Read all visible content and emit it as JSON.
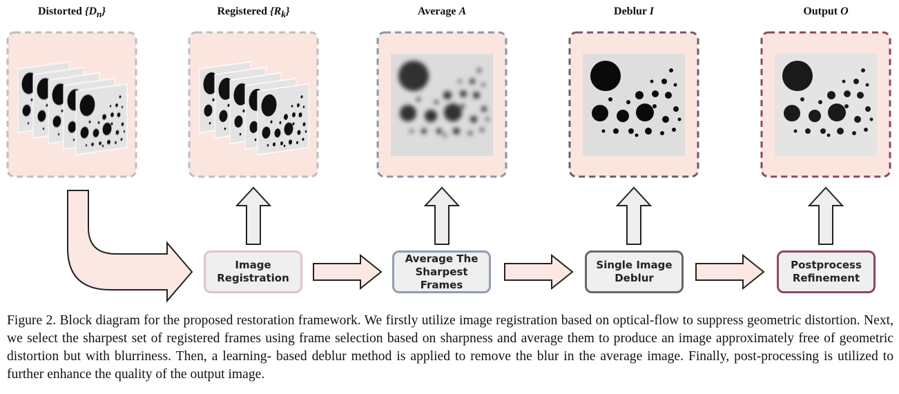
{
  "stages": [
    {
      "title": "Distorted",
      "symbol": "{D",
      "sub": "n",
      "close": "}",
      "border_color": "#bdbdbd"
    },
    {
      "title": "Registered",
      "symbol": "{R",
      "sub": "k",
      "close": "}",
      "border_color": "#bdbdbd"
    },
    {
      "title": "Average",
      "symbol": "A",
      "sub": "",
      "close": "",
      "border_color": "#8a94aa"
    },
    {
      "title": "Deblur",
      "symbol": "I",
      "sub": "",
      "close": "",
      "border_color": "#6a5c6e"
    },
    {
      "title": "Output",
      "symbol": "O",
      "sub": "",
      "close": "",
      "border_color": "#8a4a55"
    }
  ],
  "process_boxes": [
    {
      "label": "Image\nRegistration",
      "border_color": "#e0c3cc"
    },
    {
      "label": "Average The\nSharpest Frames",
      "border_color": "#8f9cb0"
    },
    {
      "label": "Single Image\nDeblur",
      "border_color": "#6b6272"
    },
    {
      "label": "Postprocess\nRefinement",
      "border_color": "#8a4a55"
    }
  ],
  "caption": "Figure 2. Block diagram for the proposed restoration framework. We firstly utilize image registration based on optical-flow to suppress geometric distortion. Next, we select the sharpest set of registered frames using frame selection based on sharpness and average them to produce an image approximately free of geometric distortion but with blurriness. Then, a learning- based deblur method is applied to remove the blur in the average image. Finally, post-processing is utilized to further enhance the quality of the output image.",
  "colors": {
    "panel_fill": "#fbe5df",
    "arrow_fill": "#fbe8e3",
    "up_arrow_fill": "#eeeeee",
    "arrow_stroke": "#222222"
  }
}
